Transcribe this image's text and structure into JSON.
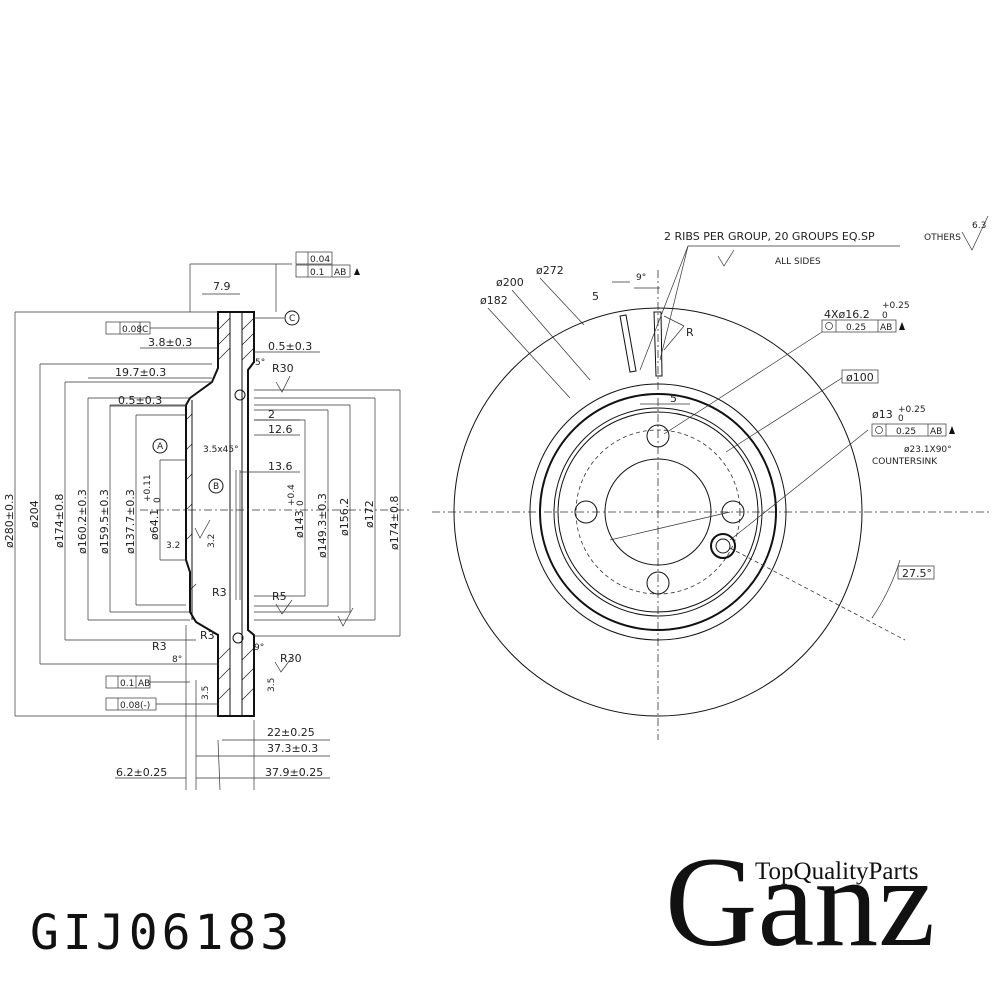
{
  "part_number": "GIJ06183",
  "brand": {
    "tagline": "TopQualityParts",
    "name": "Ganz"
  },
  "notes": {
    "ribs": "2 RIBS PER GROUP, 20 GROUPS EQ.SP",
    "all_sides": "ALL SIDES",
    "others": "OTHERS",
    "others_val": "6.3",
    "countersink": "COUNTERSINK",
    "countersink_dim": "ø23.1X90°"
  },
  "section_dims": {
    "d280": "ø280±0.3",
    "d204": "ø204",
    "d174_left": "ø174±0.8",
    "d160": "ø160.2±0.3",
    "d159": "ø159.5±0.3",
    "d137": "ø137.7±0.3",
    "d64": "ø64.1",
    "d64_tol": "+0.11",
    "d64_tol0": "0",
    "d143": "ø143",
    "d143_tol": "+0.4",
    "d143_tol0": "0",
    "d149": "ø149.3±0.3",
    "d156": "ø156.2",
    "d172": "ø172",
    "d174_right": "ø174±0.8",
    "w79": "7.9",
    "w38": "3.8±0.3",
    "w05a": "0.5±0.3",
    "w197": "19.7±0.3",
    "w05b": "0.5±0.3",
    "w2": "2",
    "w126": "12.6",
    "w136": "13.6",
    "ch35": "3.5x45°",
    "ang5": "5°",
    "r30a": "R30",
    "r30b": "R30",
    "r3a": "R3",
    "r3b": "R3",
    "r3c": "R3",
    "r5": "R5",
    "ang8": "8°",
    "ang9": "9°",
    "w22": "22±0.25",
    "w373": "37.3±0.3",
    "w62": "6.2±0.25",
    "w379": "37.9±0.25",
    "rough32a": "3.2",
    "rough32b": "3.2",
    "rough35a": "3.5",
    "rough35b": "3.5",
    "datum_a": "A",
    "datum_b": "B",
    "datum_c": "C"
  },
  "tolerances": {
    "flat_top": "0.04",
    "runout_top": "0.1",
    "runout_top_ref": "AB",
    "parallel": "0.08",
    "parallel_ref": "C",
    "runout_bot": "0.1",
    "runout_bot_ref": "AB",
    "flat_bot": "0.08(-)"
  },
  "face_dims": {
    "d200": "ø200",
    "d272": "ø272",
    "d182": "ø182",
    "d100": "ø100",
    "holes": "4Xø16.2",
    "holes_tol": "+0.25",
    "holes_tol0": "0",
    "holes_pos": "0.25",
    "holes_ref": "AB",
    "hole13": "ø13",
    "hole13_tol": "+0.25",
    "hole13_tol0": "0",
    "hole13_pos": "0.25",
    "hole13_ref": "AB",
    "ang9": "9°",
    "w5a": "5",
    "w5b": "5",
    "r": "R",
    "ang275": "27.5°"
  }
}
